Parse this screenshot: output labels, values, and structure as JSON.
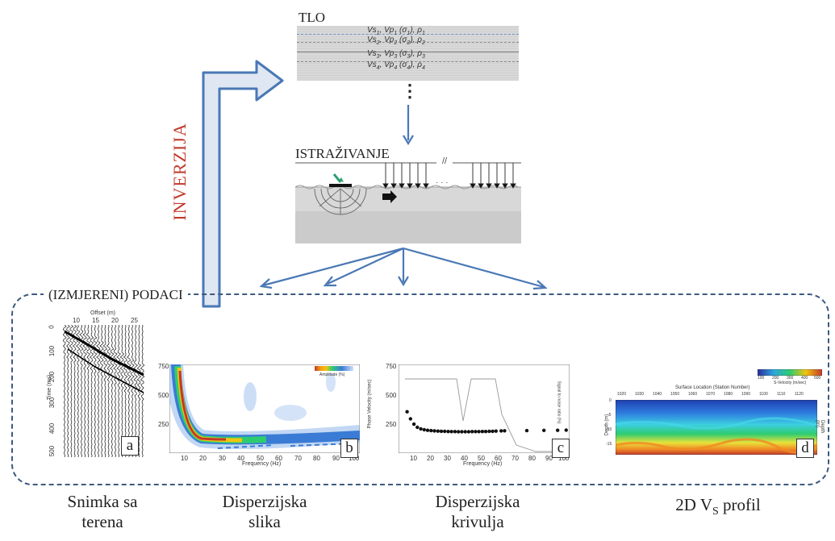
{
  "inversion_label": "INVERZIJA",
  "soil": {
    "title": "TLO",
    "layers": [
      {
        "sym": "Vs",
        "sub": "1",
        "rest": ", Vp",
        "sub2": "1",
        "mid": " (σ",
        "sub3": "1",
        "end": "), ρ",
        "sub4": "1"
      },
      {
        "sym": "Vs",
        "sub": "2",
        "rest": ", Vp",
        "sub2": "2",
        "mid": " (σ",
        "sub3": "2",
        "end": "), ρ",
        "sub4": "2"
      },
      {
        "sym": "Vs",
        "sub": "3",
        "rest": ", Vp",
        "sub2": "3",
        "mid": " (σ",
        "sub3": "3",
        "end": "), ρ",
        "sub4": "3"
      },
      {
        "sym": "Vs",
        "sub": "4",
        "rest": ", Vp",
        "sub2": "4",
        "mid": " (σ",
        "sub3": "4",
        "end": "), ρ",
        "sub4": "4"
      }
    ],
    "ellipsis": "⋮"
  },
  "survey": {
    "title": "ISTRAŽIVANJE",
    "dots": "· · ·",
    "break_mark": "//"
  },
  "data_section": {
    "title": "(IZMJERENI) PODACI"
  },
  "panels": [
    {
      "tag": "a",
      "caption_lines": [
        "Snimka sa",
        "terena"
      ],
      "x_title": "Offset (m)",
      "x_ticks": [
        "10",
        "15",
        "20",
        "25"
      ],
      "y_title": "Time (ms)",
      "y_ticks": [
        "0",
        "100",
        "200",
        "300",
        "400",
        "500"
      ]
    },
    {
      "tag": "b",
      "caption_lines": [
        "Disperzijska",
        "slika"
      ],
      "x_title": "Frequency (Hz)",
      "x_ticks": [
        "10",
        "20",
        "30",
        "40",
        "50",
        "60",
        "70",
        "80",
        "90",
        "100"
      ],
      "y_ticks": [
        "750",
        "500",
        "250"
      ],
      "legend_label": "Amplitude (%)"
    },
    {
      "tag": "c",
      "caption_lines": [
        "Disperzijska",
        "krivulja"
      ],
      "x_title": "Frequency (Hz)",
      "x_ticks": [
        "10",
        "20",
        "30",
        "40",
        "50",
        "60",
        "70",
        "80",
        "90",
        "100"
      ],
      "y_title": "Phase Velocity (m/sec)",
      "y_ticks": [
        "750",
        "500",
        "250"
      ],
      "y2_title": "Signal to noise ratio (%)"
    },
    {
      "tag": "d",
      "caption_lines": [
        "2D V",
        "S",
        " profil"
      ],
      "x_title": "Surface Location (Station Number)",
      "x_ticks": [
        "1020",
        "1030",
        "1040",
        "1050",
        "1060",
        "1070",
        "1080",
        "1090",
        "1100",
        "1110",
        "1120"
      ],
      "y_title": "Depth (m)",
      "y_ticks": [
        "0",
        "-5",
        "-10",
        "-15"
      ],
      "y2_title": "Depth (m)",
      "colorbar_ticks": [
        "100",
        "200",
        "300",
        "400",
        "500"
      ],
      "colorbar_label": "S-Velocity (m/sec)"
    }
  ],
  "chart_data": [
    {
      "type": "scatter",
      "panel": "c",
      "x": [
        5,
        7,
        9,
        11,
        13,
        15,
        17,
        19,
        21,
        23,
        25,
        27,
        29,
        31,
        33,
        35,
        37,
        39,
        41,
        43,
        45,
        47,
        49,
        51,
        53,
        55,
        57,
        60,
        62,
        75,
        85,
        93,
        98
      ],
      "y": [
        350,
        290,
        245,
        218,
        205,
        198,
        193,
        190,
        188,
        186,
        185,
        184,
        183,
        182,
        182,
        181,
        181,
        181,
        181,
        182,
        182,
        182,
        183,
        183,
        184,
        185,
        186,
        188,
        189,
        190,
        192,
        193,
        194
      ],
      "xlabel": "Frequency (Hz)",
      "ylabel": "Phase Velocity (m/sec)",
      "xlim": [
        0,
        100
      ],
      "ylim": [
        0,
        750
      ]
    }
  ],
  "colors": {
    "arrow_blue": "#4a78b5",
    "dashed_border": "#3d5a80",
    "inversion_red": "#c0392b",
    "green_source": "#2a9d6b"
  }
}
